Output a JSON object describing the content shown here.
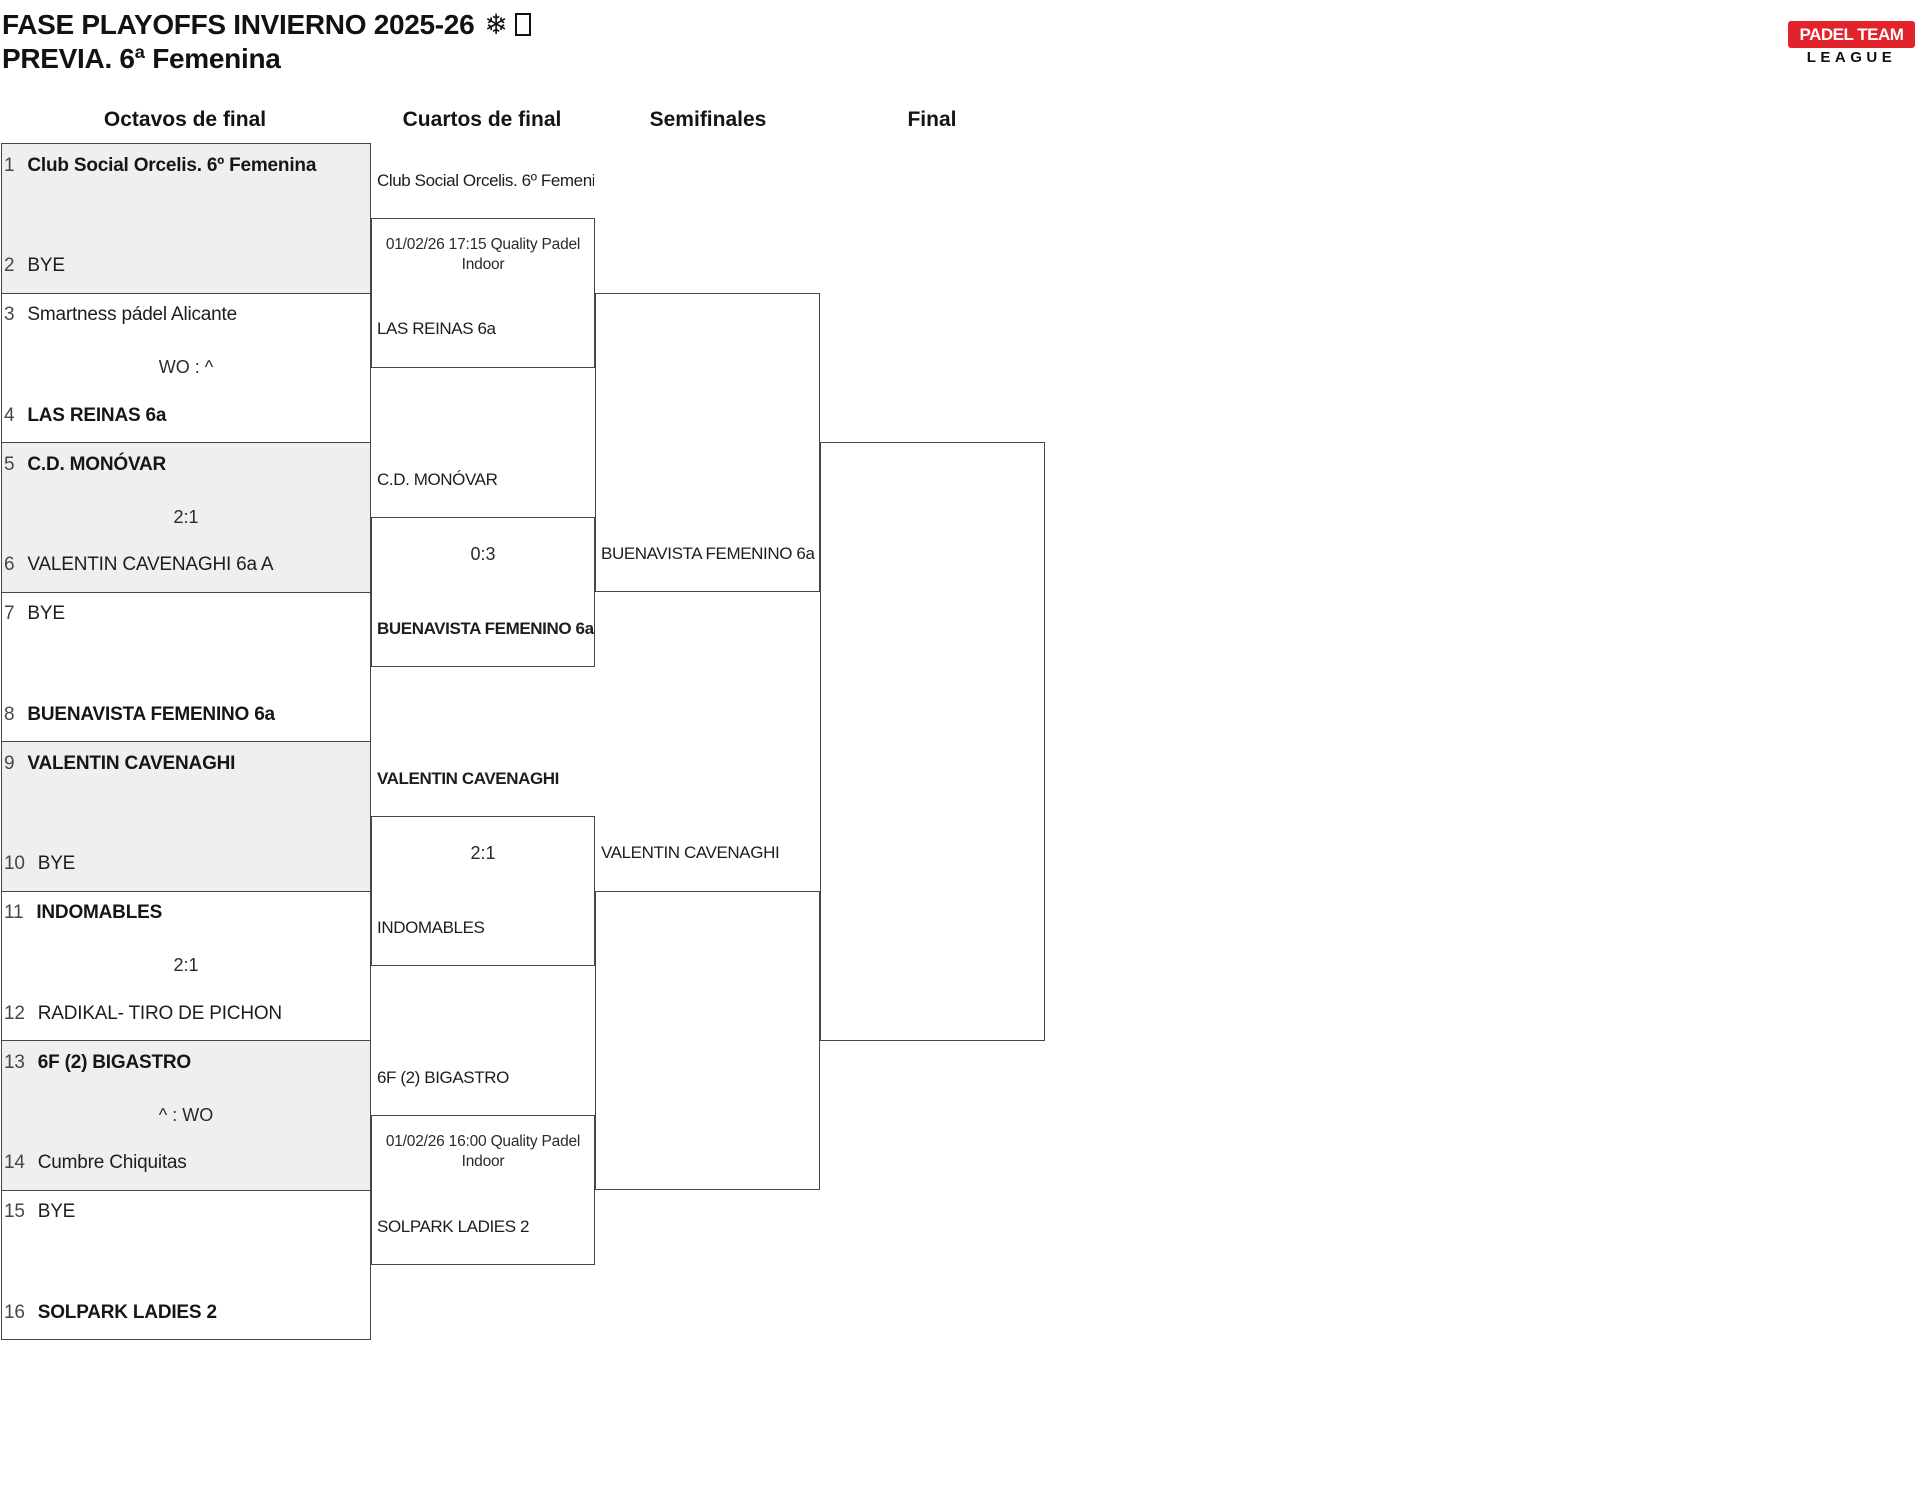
{
  "colors": {
    "accent_red": "#e2232b",
    "shaded_box_fill": "#efefef",
    "border": "#464646",
    "text": "#1d1d1d"
  },
  "title": {
    "line1": "FASE PLAYOFFS INVIERNO 2025-26",
    "snowflake": "❄",
    "line2": "PREVIA. 6ª Femenina"
  },
  "logo": {
    "line1": "PADEL TEAM",
    "line2": "LEAGUE"
  },
  "round_headers": [
    {
      "label": "Octavos de final"
    },
    {
      "label": "Cuartos de final"
    },
    {
      "label": "Semifinales"
    },
    {
      "label": "Final"
    }
  ],
  "octavos": {
    "pairs": [
      {
        "top_num": "1",
        "top_name": "Club Social Orcelis. 6º Femenina",
        "score": "",
        "bottom_num": "2",
        "bottom_name": "BYE"
      },
      {
        "top_num": "3",
        "top_name": "Smartness pádel Alicante",
        "score": "WO : ^",
        "bottom_num": "4",
        "bottom_name": "LAS REINAS 6a"
      },
      {
        "top_num": "5",
        "top_name": "C.D. MONÓVAR",
        "score": "2:1",
        "bottom_num": "6",
        "bottom_name": "VALENTIN CAVENAGHI 6a A"
      },
      {
        "top_num": "7",
        "top_name": "BYE",
        "score": "",
        "bottom_num": "8",
        "bottom_name": "BUENAVISTA FEMENINO 6a"
      },
      {
        "top_num": "9",
        "top_name": "VALENTIN CAVENAGHI",
        "score": "",
        "bottom_num": "10",
        "bottom_name": "BYE"
      },
      {
        "top_num": "11",
        "top_name": "INDOMABLES",
        "score": "2:1",
        "bottom_num": "12",
        "bottom_name": "RADIKAL- TIRO DE PICHON"
      },
      {
        "top_num": "13",
        "top_name": "6F (2) BIGASTRO",
        "score": "^ : WO",
        "bottom_num": "14",
        "bottom_name": "Cumbre Chiquitas"
      },
      {
        "top_num": "15",
        "top_name": "BYE",
        "score": "",
        "bottom_num": "16",
        "bottom_name": "SOLPARK LADIES 2"
      }
    ]
  },
  "cuartos": {
    "matches": [
      {
        "top_name": "Club Social Orcelis. 6º Femeni",
        "info_line1": "01/02/26 17:15 Quality Padel",
        "info_line2": "Indoor",
        "score": "",
        "bottom_name": "LAS REINAS 6a"
      },
      {
        "top_name": "C.D. MONÓVAR",
        "info_line1": "",
        "info_line2": "",
        "score": "0:3",
        "bottom_name": "BUENAVISTA FEMENINO 6a"
      },
      {
        "top_name": "VALENTIN CAVENAGHI",
        "info_line1": "",
        "info_line2": "",
        "score": "2:1",
        "bottom_name": "INDOMABLES"
      },
      {
        "top_name": "6F (2) BIGASTRO",
        "info_line1": "01/02/26 16:00 Quality Padel",
        "info_line2": "Indoor",
        "score": "",
        "bottom_name": "SOLPARK LADIES 2"
      }
    ]
  },
  "semifinales": {
    "matches": [
      {
        "top_name": "",
        "bottom_name": "BUENAVISTA FEMENINO 6a"
      },
      {
        "top_name": "VALENTIN CAVENAGHI",
        "bottom_name": ""
      }
    ]
  }
}
